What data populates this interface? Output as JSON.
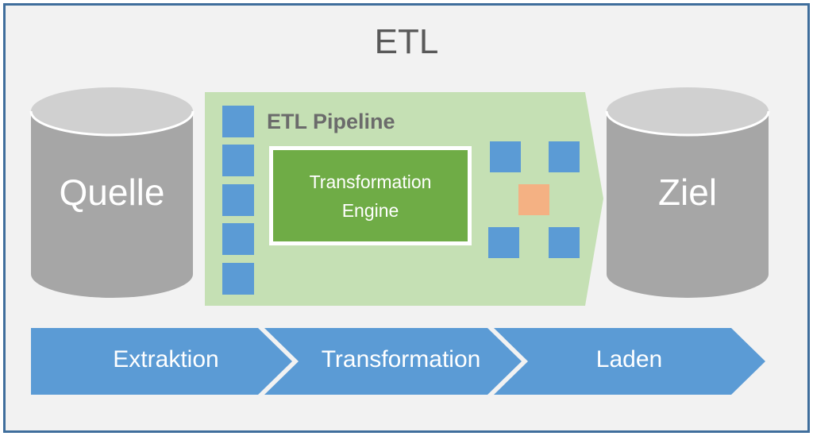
{
  "diagram": {
    "title": "ETL",
    "source_label": "Quelle",
    "target_label": "Ziel",
    "pipeline_label": "ETL Pipeline",
    "engine_line1": "Transformation",
    "engine_line2": "Engine",
    "steps": [
      "Extraktion",
      "Transformation",
      "Laden"
    ]
  },
  "colors": {
    "frame_border": "#3f6e9c",
    "background": "#f2f2f2",
    "cylinder": "#a6a6a6",
    "cylinder_top": "#d0d0d0",
    "pipeline_fill": "#c5e0b4",
    "engine_fill": "#6fac46",
    "data_block": "#5b9bd5",
    "highlight_block": "#f4b183",
    "step_arrow": "#5b9bd5"
  }
}
